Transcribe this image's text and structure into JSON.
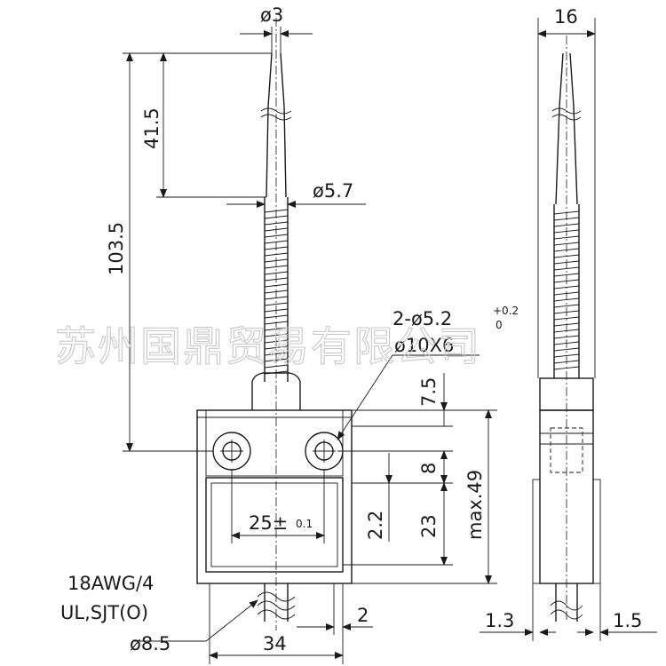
{
  "watermark": "苏州国鼎贸易有限公司",
  "dimensions": {
    "tip_diameter": "ø3",
    "tip_length": "41.5",
    "rod_diameter": "ø5.7",
    "overall_height": "103.5",
    "mount_holes_line1": "2-ø5.2",
    "mount_holes_tol_upper": "+0.2",
    "mount_holes_tol_lower": "0",
    "mount_holes_line2": "ø10X6",
    "head_height": "7.5",
    "hole_offset": "8",
    "body_height": "23",
    "max_height": "max.49",
    "inner_height": "2.2",
    "hole_pitch": "25±",
    "hole_pitch_tol": "0.1",
    "cable_spec_line1": "18AWG/4",
    "cable_spec_line2": "UL,SJT(O)",
    "cable_diameter": "ø8.5",
    "body_width": "34",
    "body_offset": "2",
    "side_width": "16",
    "side_left_offset": "1.3",
    "side_right_offset": "1.5"
  }
}
